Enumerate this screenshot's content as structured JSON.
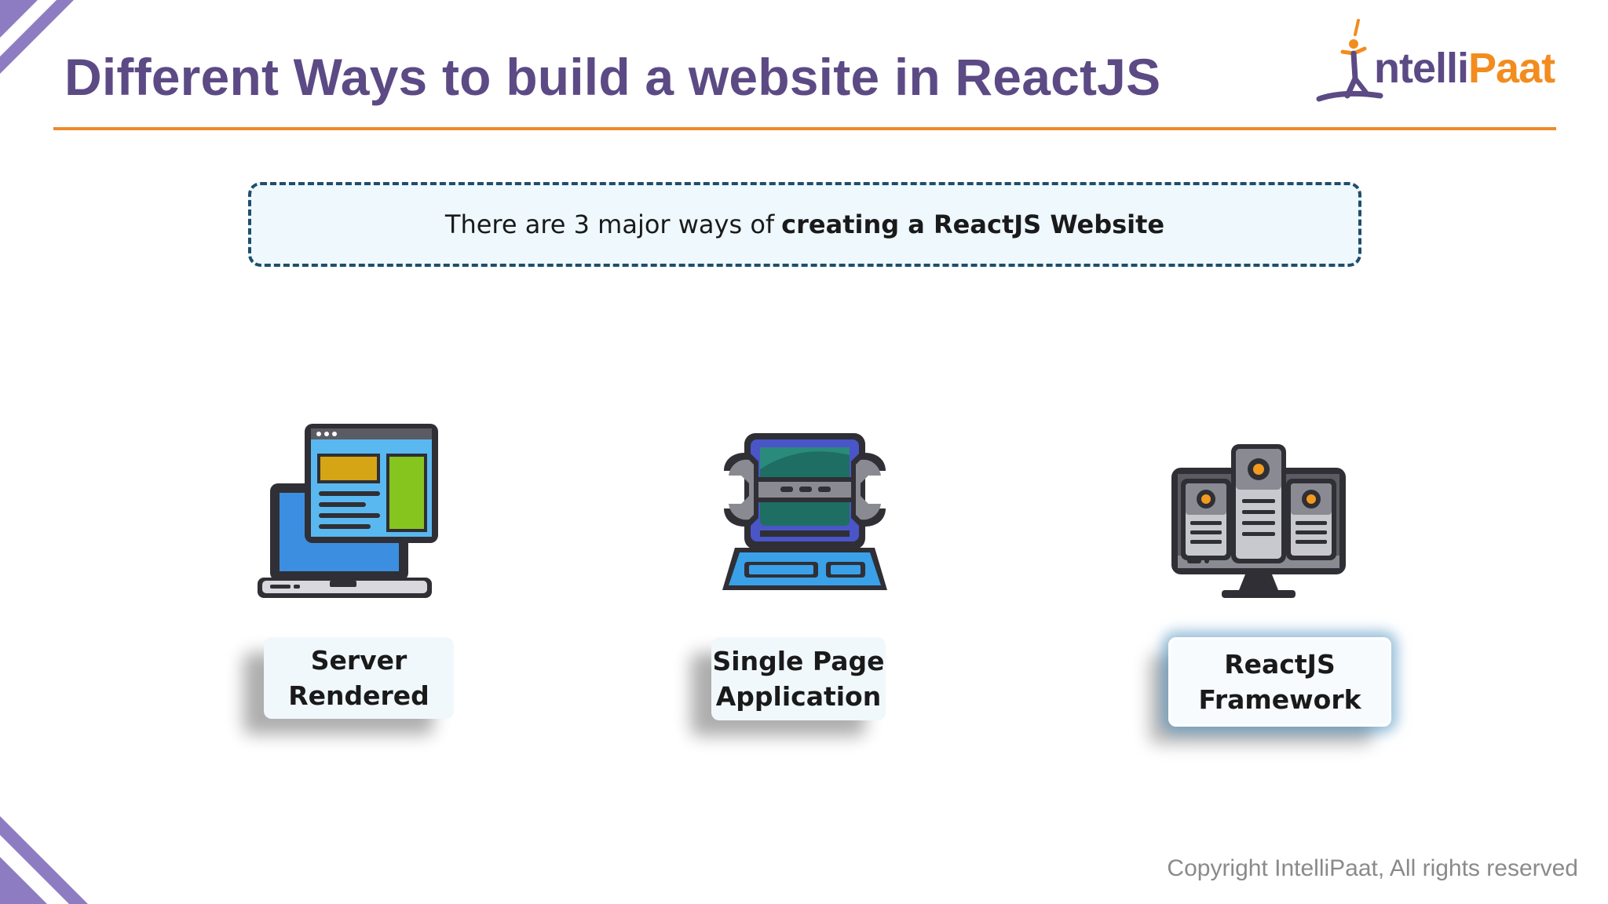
{
  "slide": {
    "title": "Different Ways to build a website in ReactJS",
    "logo": {
      "part1": "ntelli",
      "part2": "Paat"
    },
    "callout": {
      "text_plain": "There are 3 major ways of",
      "text_bold": "creating a ReactJS Website"
    },
    "ways": [
      {
        "line1": "Server",
        "line2": "Rendered",
        "icon": "laptop-browser-icon"
      },
      {
        "line1": "Single Page",
        "line2": "Application",
        "icon": "computer-tools-icon"
      },
      {
        "line1": "ReactJS",
        "line2": "Framework",
        "icon": "monitor-servers-icon"
      }
    ],
    "copyright": "Copyright IntelliPaat, All rights reserved"
  },
  "colors": {
    "title": "#5c4a85",
    "rule": "#ee8a2a",
    "callout_border": "#1f4e6b",
    "callout_bg": "#eef8fd",
    "logo_purple": "#5c4a85",
    "logo_orange": "#f28c1f",
    "corner": "#8e7cc3"
  }
}
